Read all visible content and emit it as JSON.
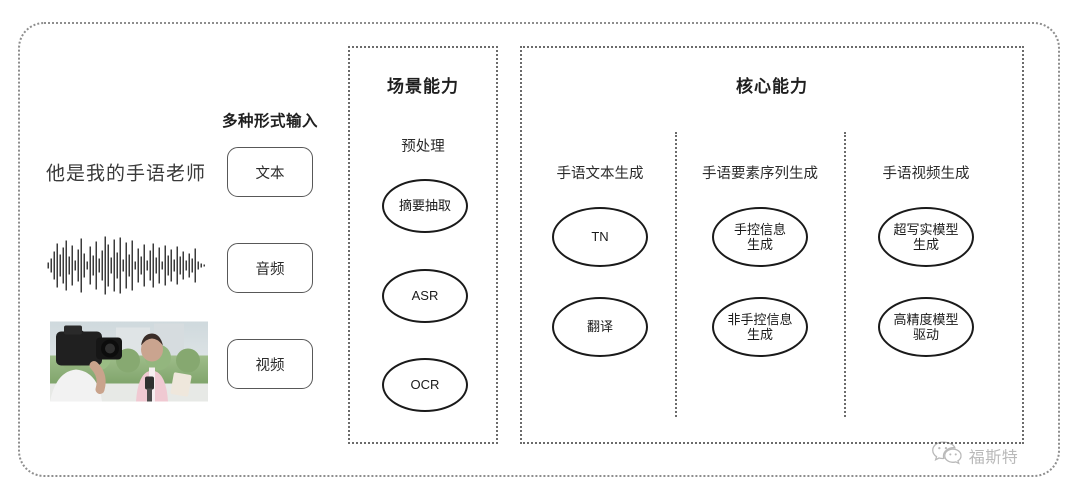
{
  "diagram": {
    "inputs": {
      "heading": "多种形式输入",
      "sample_text": "他是我的手语老师",
      "modalities": [
        {
          "label": "文本",
          "icon": "text-icon"
        },
        {
          "label": "音频",
          "icon": "waveform-icon"
        },
        {
          "label": "视频",
          "icon": "video-thumbnail-icon"
        }
      ]
    },
    "scene_capability": {
      "title": "场景能力",
      "subtitle": "预处理",
      "nodes": [
        "摘要抽取",
        "ASR",
        "OCR"
      ]
    },
    "core_capability": {
      "title": "核心能力",
      "columns": [
        {
          "label": "手语文本生成",
          "nodes": [
            "TN",
            "翻译"
          ]
        },
        {
          "label": "手语要素序列生成",
          "nodes": [
            "手控信息\n生成",
            "非手控信息\n生成"
          ]
        },
        {
          "label": "手语视频生成",
          "nodes": [
            "超写实模型\n生成",
            "高精度模型\n驱动"
          ]
        }
      ]
    },
    "watermark": {
      "text": "福斯特",
      "icon": "wechat-bubbles-icon"
    },
    "colors": {
      "frame": "#8e8e8e",
      "box_border": "#6b6b6b",
      "node_border": "#1a1a1a",
      "pill_border": "#585858",
      "text": "#2b2b2b",
      "background": "#ffffff"
    }
  }
}
